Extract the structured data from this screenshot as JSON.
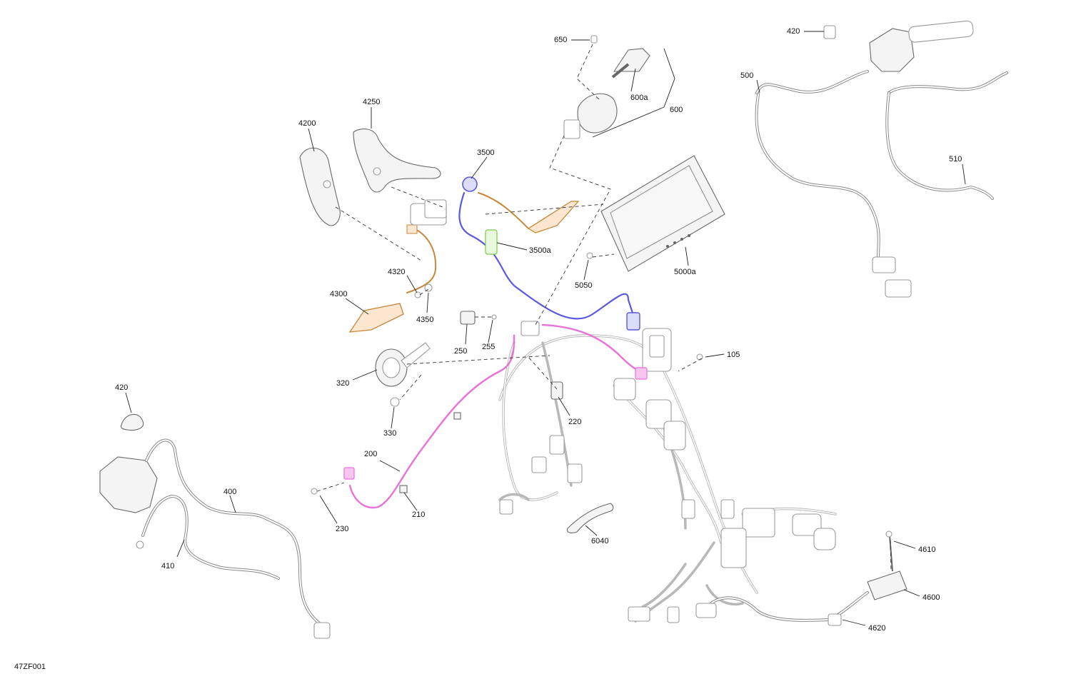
{
  "figure": {
    "code": "47ZF001"
  },
  "callouts": [
    {
      "id": "c650",
      "label": "650"
    },
    {
      "id": "c600a",
      "label": "600a"
    },
    {
      "id": "c600",
      "label": "600"
    },
    {
      "id": "c420a",
      "label": "420"
    },
    {
      "id": "c500",
      "label": "500"
    },
    {
      "id": "c510",
      "label": "510"
    },
    {
      "id": "c4250",
      "label": "4250"
    },
    {
      "id": "c4200",
      "label": "4200"
    },
    {
      "id": "c3500",
      "label": "3500"
    },
    {
      "id": "c3500a",
      "label": "3500a"
    },
    {
      "id": "c5000a",
      "label": "5000a"
    },
    {
      "id": "c5050",
      "label": "5050"
    },
    {
      "id": "c4320",
      "label": "4320"
    },
    {
      "id": "c4300",
      "label": "4300"
    },
    {
      "id": "c4350",
      "label": "4350"
    },
    {
      "id": "c250",
      "label": "250"
    },
    {
      "id": "c255",
      "label": "255"
    },
    {
      "id": "c105",
      "label": "105"
    },
    {
      "id": "c320",
      "label": "320"
    },
    {
      "id": "c220",
      "label": "220"
    },
    {
      "id": "c330",
      "label": "330"
    },
    {
      "id": "c420b",
      "label": "420"
    },
    {
      "id": "c200",
      "label": "200"
    },
    {
      "id": "c400",
      "label": "400"
    },
    {
      "id": "c230",
      "label": "230"
    },
    {
      "id": "c210",
      "label": "210"
    },
    {
      "id": "c6040",
      "label": "6040"
    },
    {
      "id": "c410",
      "label": "410"
    },
    {
      "id": "c4610",
      "label": "4610"
    },
    {
      "id": "c4600",
      "label": "4600"
    },
    {
      "id": "c4620",
      "label": "4620"
    }
  ],
  "colors": {
    "highlight_pink": "#e872d6",
    "highlight_blue": "#5a5adf",
    "highlight_orange": "#c8873a",
    "highlight_green": "#7ccf52",
    "line_gray": "#b8b8b8"
  }
}
